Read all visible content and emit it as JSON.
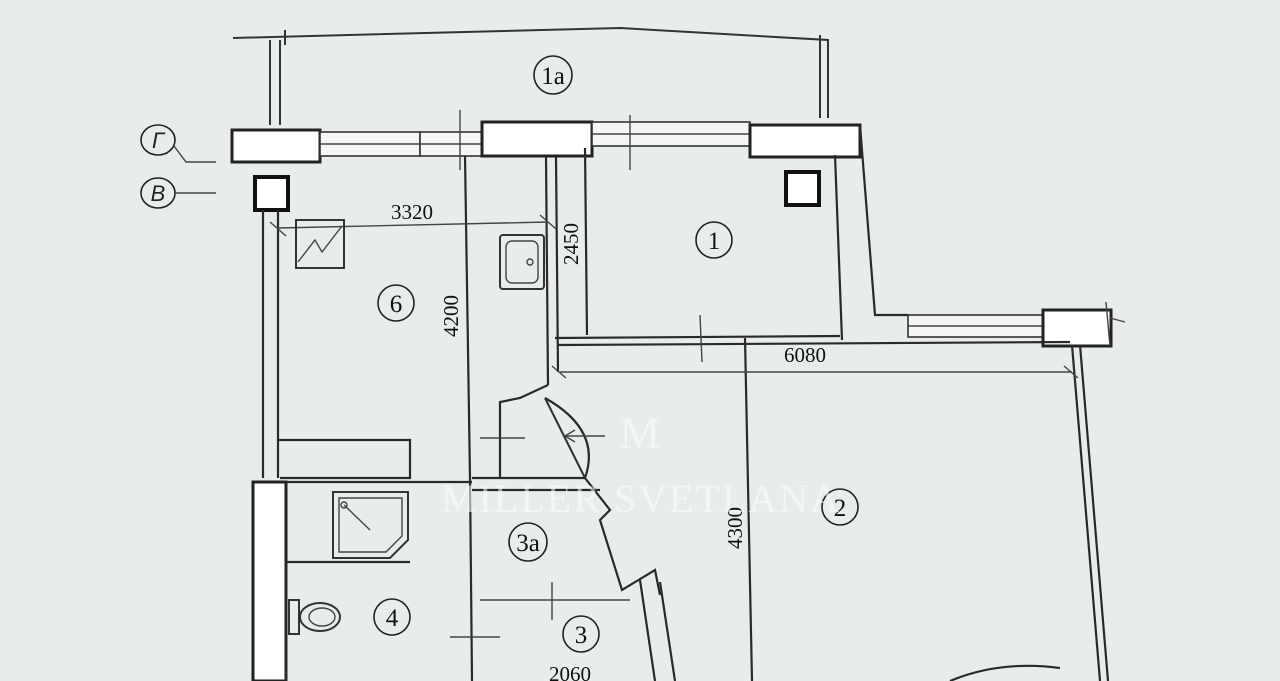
{
  "rooms": {
    "r1": "1",
    "r1a": "1а",
    "r2": "2",
    "r3": "3",
    "r3a": "3а",
    "r4": "4",
    "r6": "6"
  },
  "dimensions": {
    "d3320": "3320",
    "d2450": "2450",
    "d4200": "4200",
    "d6080": "6080",
    "d4300": "4300",
    "d2060": "2060"
  },
  "axes": {
    "g": "Г",
    "v": "В"
  },
  "watermark": {
    "text": "MILLER SVETLANA",
    "monogram": "M"
  },
  "colors": {
    "paper": "#e8ecea",
    "ink": "#222222"
  }
}
